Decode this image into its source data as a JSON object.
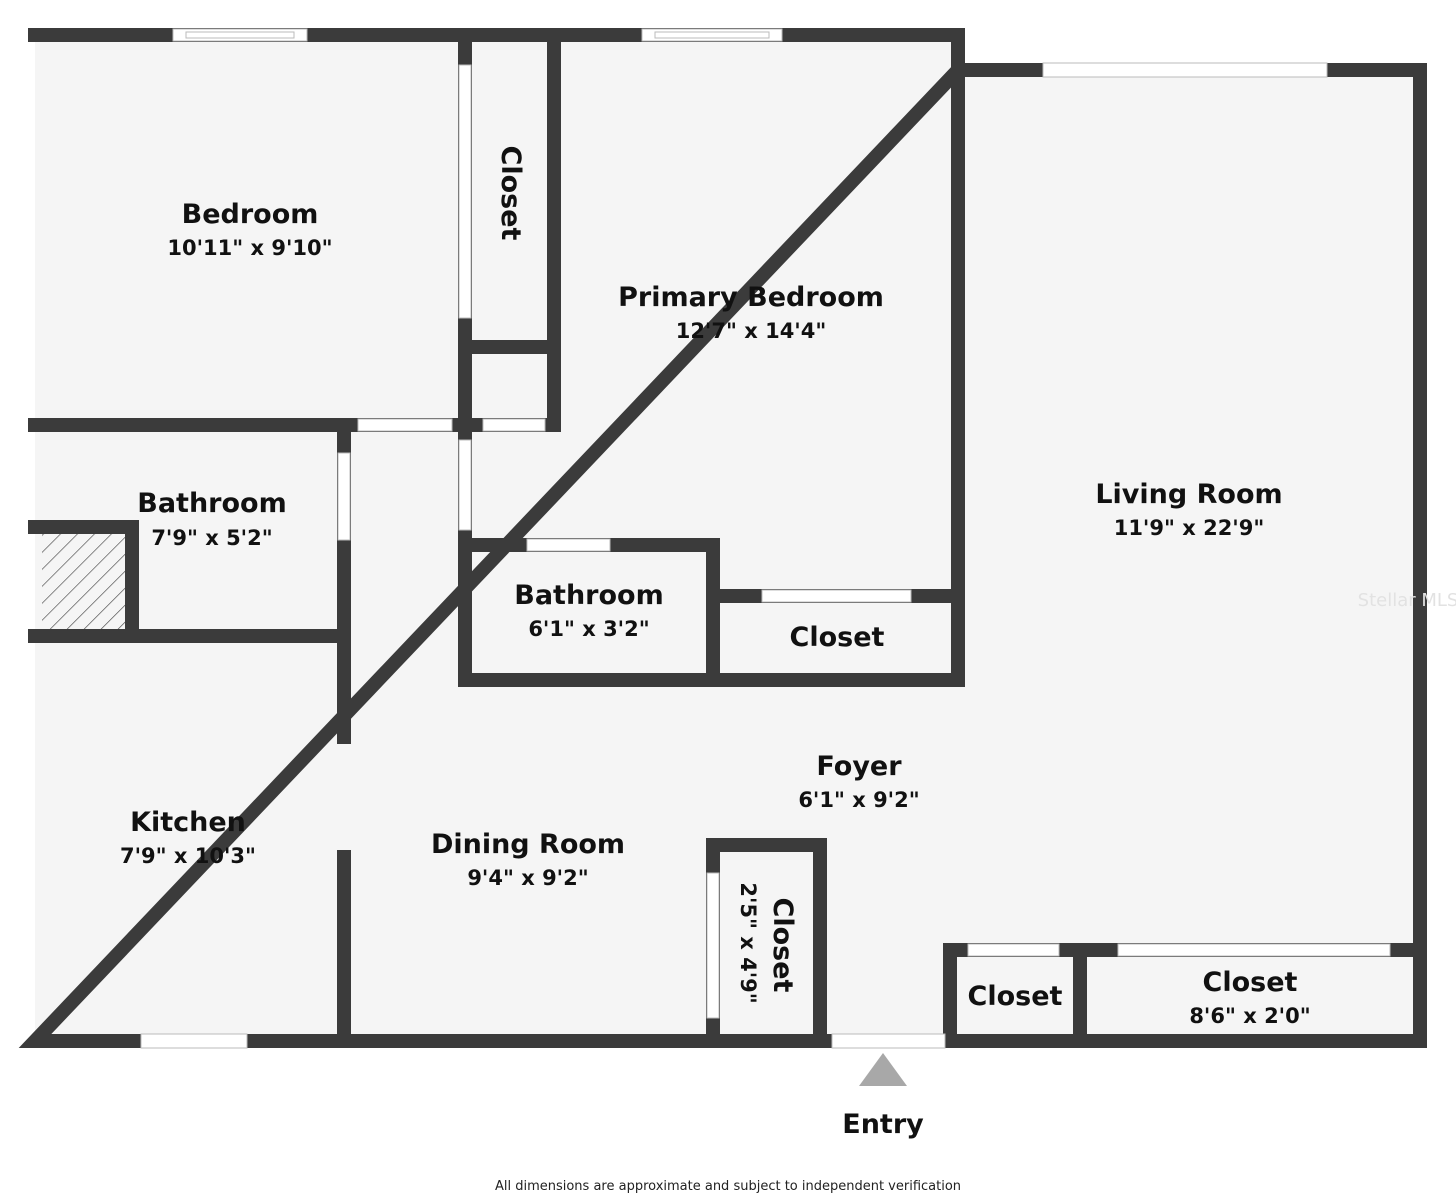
{
  "rooms": {
    "bedroom": {
      "name": "Bedroom",
      "dims": "10'11\" x 9'10\""
    },
    "closet_top": {
      "name": "Closet"
    },
    "primary_bedroom": {
      "name": "Primary Bedroom",
      "dims": "12'7\" x 14'4\""
    },
    "living_room": {
      "name": "Living Room",
      "dims": "11'9\" x 22'9\""
    },
    "bathroom_1": {
      "name": "Bathroom",
      "dims": "7'9\" x 5'2\""
    },
    "bathroom_2": {
      "name": "Bathroom",
      "dims": "6'1\" x 3'2\""
    },
    "closet_primary": {
      "name": "Closet"
    },
    "foyer": {
      "name": "Foyer",
      "dims": "6'1\" x 9'2\""
    },
    "kitchen": {
      "name": "Kitchen",
      "dims": "7'9\" x 10'3\""
    },
    "dining_room": {
      "name": "Dining Room",
      "dims": "9'4\" x 9'2\""
    },
    "closet_dining": {
      "name": "Closet",
      "dims": "2'5\" x 4'9\""
    },
    "closet_small": {
      "name": "Closet"
    },
    "closet_large": {
      "name": "Closet",
      "dims": "8'6\" x 2'0\""
    }
  },
  "entry_label": "Entry",
  "footer_note": "All dimensions are approximate and subject to independent verification",
  "watermark": "Stellar MLS",
  "colors": {
    "wall": "#3b3b3b",
    "floor": "#f5f5f5"
  }
}
